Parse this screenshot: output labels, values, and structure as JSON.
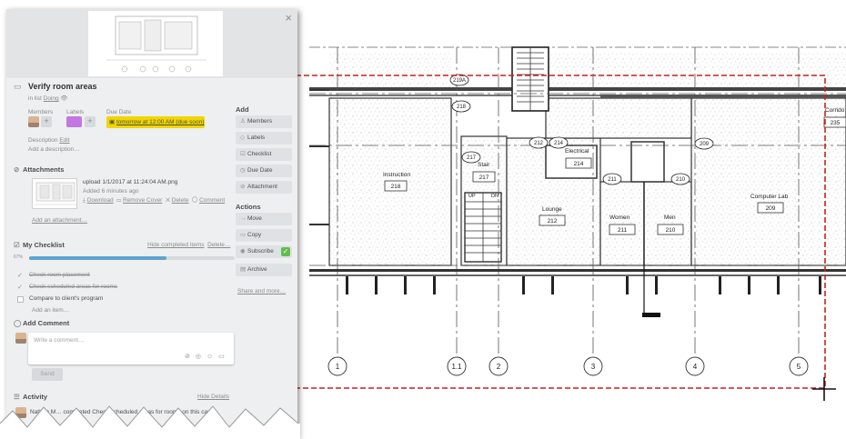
{
  "card": {
    "close_icon": "×",
    "title": "Verify room areas",
    "in_list_prefix": "in list",
    "list_name": "Doing",
    "labels": {
      "members": "Members",
      "labels": "Labels",
      "due_date": "Due Date"
    },
    "due_value": "tomorrow at 12:00 AM (due soon)",
    "label_color": "#c377e0",
    "due_color": "#f2d600",
    "description_label": "Description",
    "description_edit": "Edit",
    "description_placeholder": "Add a description…",
    "attachments": {
      "heading": "Attachments",
      "file_name": "upload 1/1/2017 at 11:24:04 AM.png",
      "added": "Added 6 minutes ago",
      "download": "Download",
      "remove_cover": "Remove Cover",
      "delete": "Delete",
      "comment": "Comment",
      "add_link": "Add an attachment…"
    },
    "checklist": {
      "heading": "My Checklist",
      "hide_completed": "Hide completed items",
      "delete": "Delete…",
      "percent_label": "67%",
      "progress": 0.67,
      "items": [
        {
          "text": "Check room placement",
          "done": true
        },
        {
          "text": "Check scheduled areas for rooms",
          "done": true
        },
        {
          "text": "Compare to client's program",
          "done": false
        }
      ],
      "add_item": "Add an item…"
    },
    "comment": {
      "heading": "Add Comment",
      "placeholder": "Write a comment…",
      "send": "Send"
    },
    "activity": {
      "heading": "Activity",
      "hide_details": "Hide Details",
      "entry": "Nathan M… completed Check scheduled areas for rooms on this card"
    },
    "sidebar": {
      "add_heading": "Add",
      "add_buttons": [
        "Members",
        "Labels",
        "Checklist",
        "Due Date",
        "Attachment"
      ],
      "actions_heading": "Actions",
      "action_buttons": [
        "Move",
        "Copy",
        "Subscribe",
        "Archive"
      ],
      "share": "Share and more…"
    }
  },
  "plan": {
    "rooms": [
      {
        "name": "Instruction",
        "number": "218"
      },
      {
        "name": "Stair",
        "number": "217"
      },
      {
        "name": "Electrical",
        "number": "214"
      },
      {
        "name": "Lounge",
        "number": "212"
      },
      {
        "name": "Women",
        "number": "211"
      },
      {
        "name": "Men",
        "number": "210"
      },
      {
        "name": "Computer Lab",
        "number": "209"
      },
      {
        "name": "Corrido",
        "number": "235"
      }
    ],
    "door_tags": [
      "219A",
      "218",
      "212",
      "214",
      "217",
      "211",
      "210",
      "209"
    ],
    "stair_labels": [
      "UP",
      "DN"
    ],
    "grid_labels": [
      "1",
      "1.1",
      "2",
      "3",
      "4",
      "5"
    ],
    "selection_color": "#cc1f1f"
  }
}
